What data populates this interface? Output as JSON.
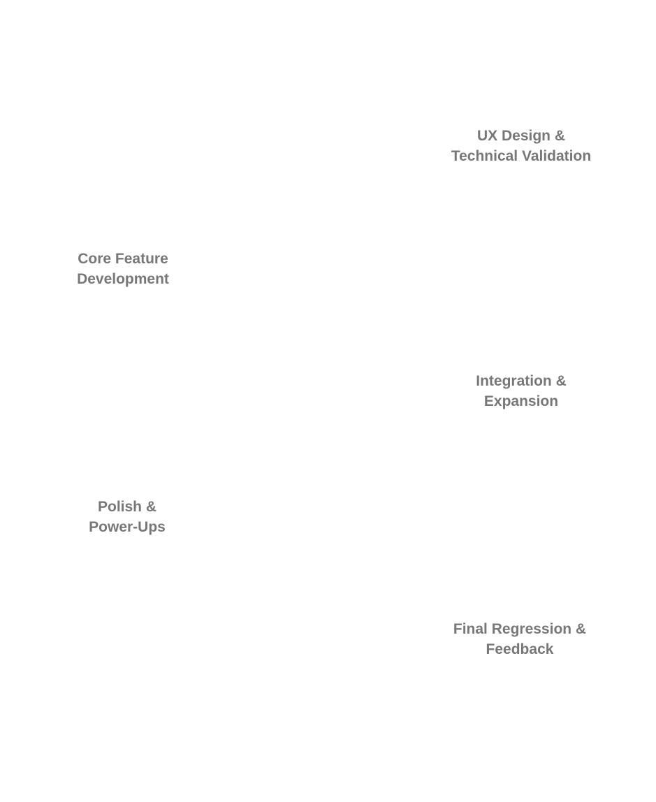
{
  "diagram": {
    "phases": [
      {
        "line1": "UX Design &",
        "line2": "Technical Validation"
      },
      {
        "line1": "Core Feature",
        "line2": "Development"
      },
      {
        "line1": "Integration &",
        "line2": "Expansion"
      },
      {
        "line1": "Polish &",
        "line2": "Power-Ups"
      },
      {
        "line1": "Final Regression &",
        "line2": "Feedback"
      }
    ],
    "text_color": "#777777",
    "background_color": "#ffffff"
  }
}
